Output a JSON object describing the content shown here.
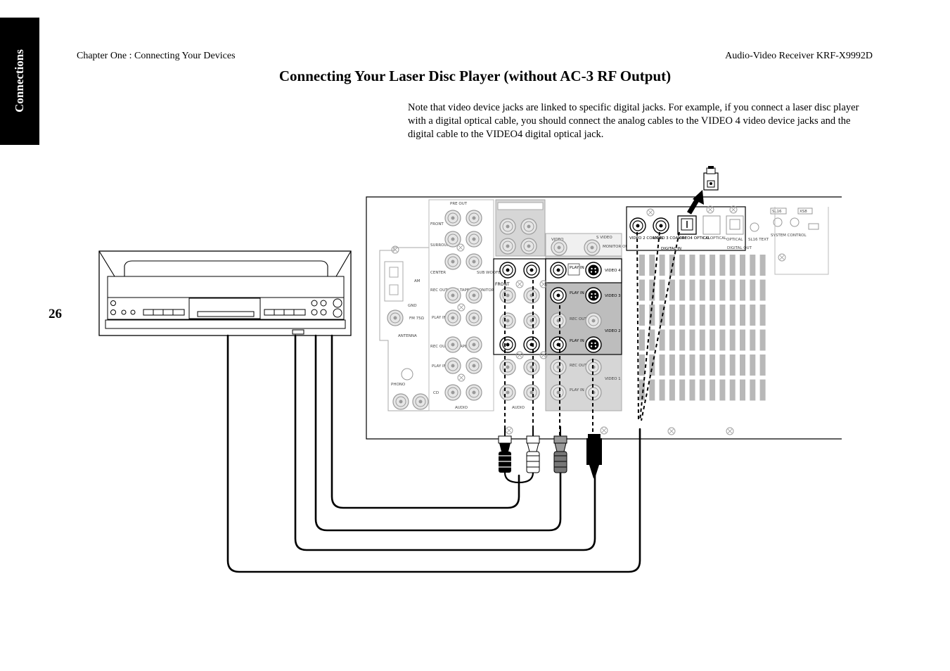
{
  "side_tab": "Connections",
  "header": {
    "left": "Chapter One : Connecting Your Devices",
    "right": "Audio-Video Receiver KRF-X9992D"
  },
  "title": "Connecting Your Laser Disc Player (without AC-3 RF Output)",
  "note": "Note that video device jacks are linked to specific digital jacks. For example, if you connect a laser disc player with a digital optical cable, you should connect the analog cables to the VIDEO 4 video device jacks and the digital cable to the VIDEO4 digital optical jack.",
  "page_number": "26",
  "receiver_labels": {
    "pre_out": "PRE OUT",
    "front": "FRONT",
    "surround": "SURROUND",
    "center": "CENTER",
    "sub_woofer": "SUB WOOFER",
    "am": "AM",
    "gnd": "GND",
    "fm": "FM 75Ω",
    "antenna": "ANTENNA",
    "phono": "PHONO",
    "rec_out_tape2": "REC OUT DCC/ TAPE 2/ MONITOR",
    "play_in": "PLAY IN",
    "rec_out_md": "REC OUT MD/ TAPE 1",
    "cd": "CD",
    "audio": "AUDIO",
    "video": "VIDEO",
    "s_video": "S VIDEO",
    "monitor_out": "MONITOR OUT",
    "rec_out": "REC OUT",
    "video4": "VIDEO 4",
    "video3": "VIDEO 3",
    "video2": "VIDEO 2",
    "video1": "VIDEO 1",
    "video2_coaxial": "VIDEO 2 COAXIAL",
    "video3_coaxial": "VIDEO 3 COAXIAL",
    "video4_optical": "VIDEO4 OPTICAL",
    "cd_optical": "CD OPTICAL",
    "optical_out": "OPTICAL",
    "digital_in": "DIGITAL IN",
    "digital_out": "DIGITAL OUT",
    "sl16_text": "SL16 TEXT",
    "sl16": "SL16",
    "xs8": "XS8",
    "system_control": "SYSTEM CONTROL"
  }
}
